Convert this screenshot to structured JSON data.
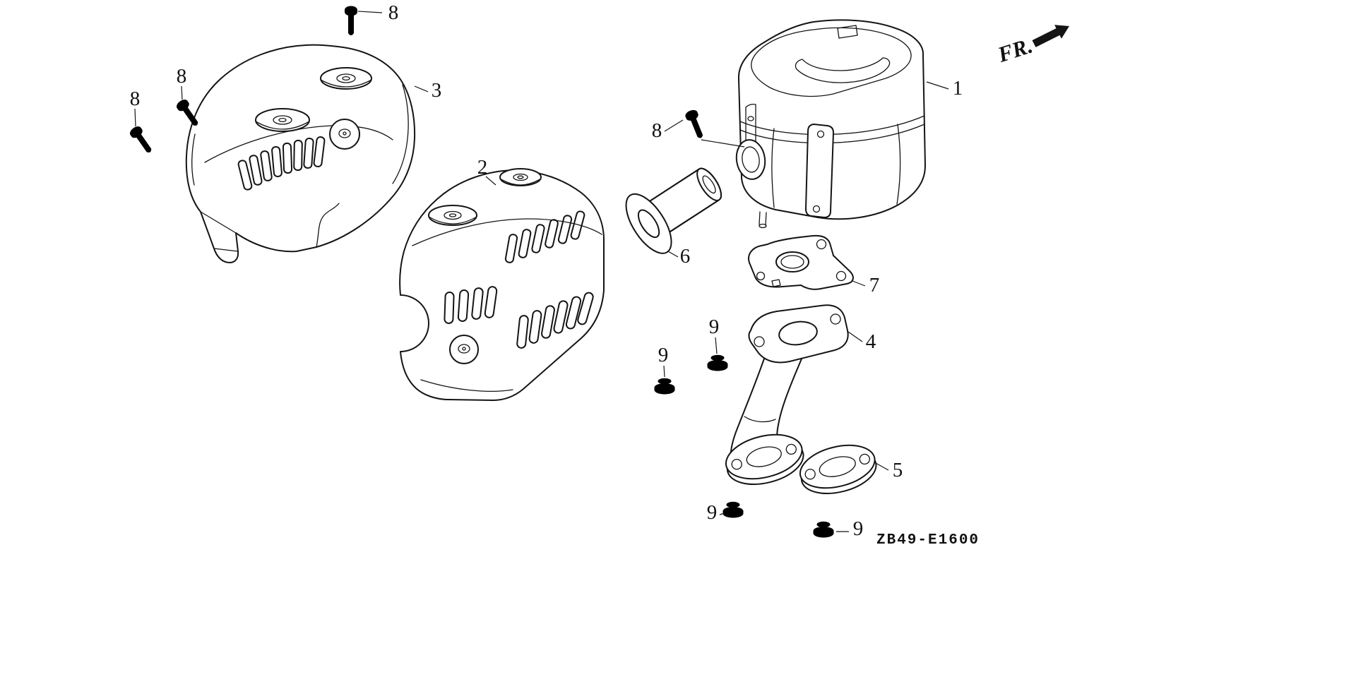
{
  "diagram": {
    "code": "ZB49-E1600",
    "front_label": "FR.",
    "callouts": {
      "c1": "1",
      "c2": "2",
      "c3": "3",
      "c4": "4",
      "c5": "5",
      "c6": "6",
      "c7": "7",
      "c8_top": "8",
      "c8_left_a": "8",
      "c8_left_b": "8",
      "c8_muffler": "8",
      "c9_mid_a": "9",
      "c9_mid_b": "9",
      "c9_bottom_a": "9",
      "c9_bottom_b": "9"
    }
  }
}
